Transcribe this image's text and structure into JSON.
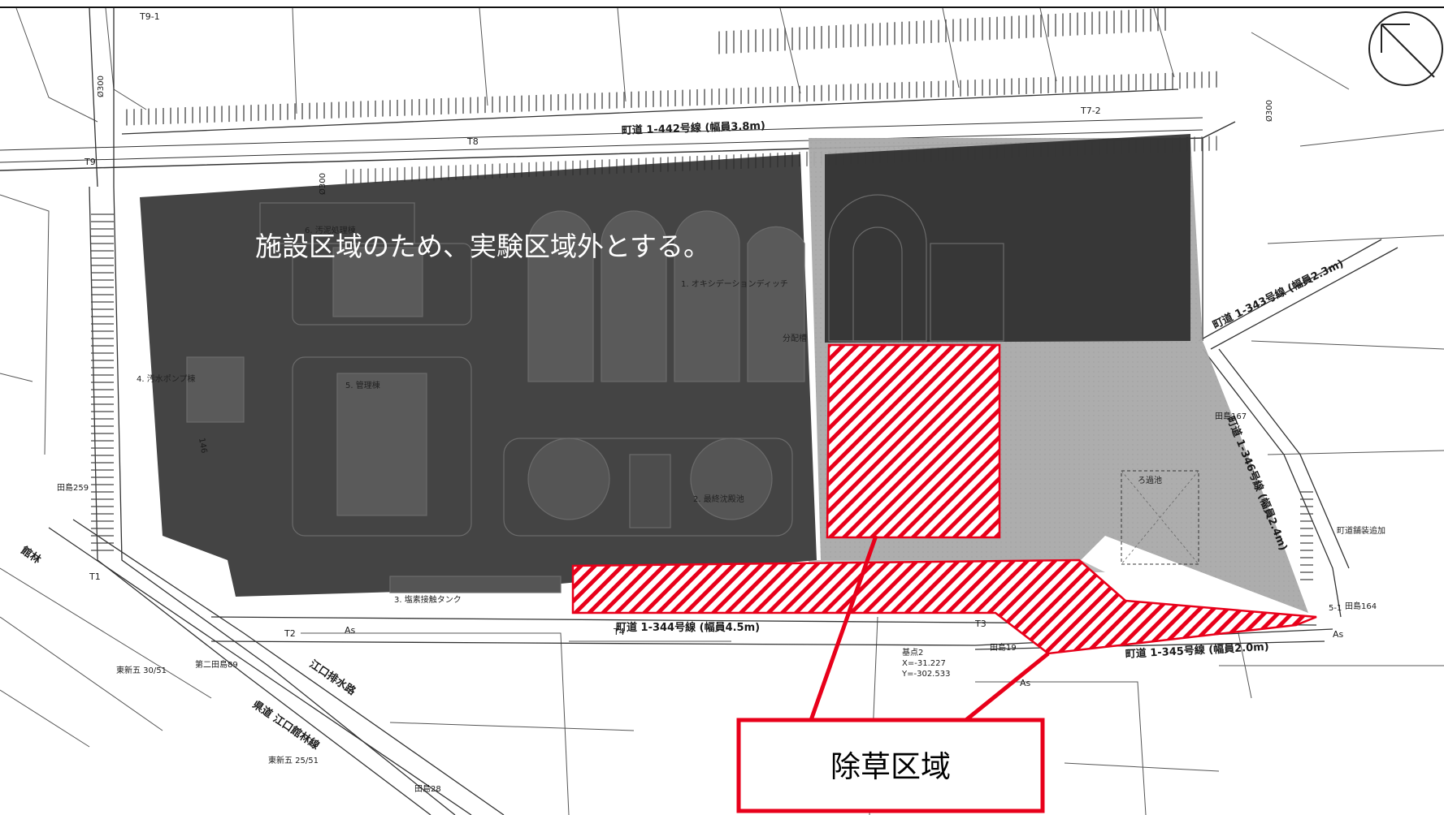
{
  "annotation": {
    "facility_note": "施設区域のため、実験区域外とする。",
    "callout_label": "除草区域",
    "overlay_color": "#2a2a2a",
    "hatch_color": "#e8001a",
    "callout_border_color": "#e8001a"
  },
  "map": {
    "north_arrow": "north-arrow-icon",
    "parcel_codes": {
      "t9_1": "T9-1",
      "t9": "T9",
      "t8": "T8",
      "t7_2": "T7-2",
      "t4": "T4",
      "t2": "T2",
      "t1": "T1",
      "t3": "T3",
      "as_1": "As",
      "as_2": "As",
      "as_3": "As"
    },
    "roads": {
      "r1": "町道 1-442号線 (幅員3.8m)",
      "r2": "町道 1-344号線 (幅員4.5m)",
      "r3": "町道 1-345号線 (幅員2.0m)",
      "r4": "町道 1-346号線 (幅員2.4m)",
      "r5": "町道 1-343号線 (幅員2.3m)",
      "r6": "県道 江口館林線",
      "r7": "江口排水路",
      "r8": "館林"
    },
    "facilities": {
      "f1": "1. オキシデーションディッチ",
      "f2": "2. 最終沈殿池",
      "f3": "3. 塩素接触タンク",
      "f4": "4. 汚水ポンプ棟",
      "f5": "5. 管理棟",
      "f6": "6. 汚泥処理棟",
      "f7": "分配槽",
      "f8": "ろ過池",
      "f9": "町道舗装追加"
    },
    "markers": {
      "m1": "田島167",
      "m2": "田島164",
      "m3": "田島259",
      "m4": "田島19",
      "m5": "田島28",
      "m6": "第二田島89",
      "m7": "基点2",
      "m8": "X=-31.227",
      "m9": "Y=-302.533",
      "m10": "東新五 30/51",
      "m11": "東新五 25/51",
      "m12": "5-1",
      "m13": "Ø300",
      "m14": "Ø300",
      "m15": "146",
      "m16": "Ø300"
    }
  }
}
